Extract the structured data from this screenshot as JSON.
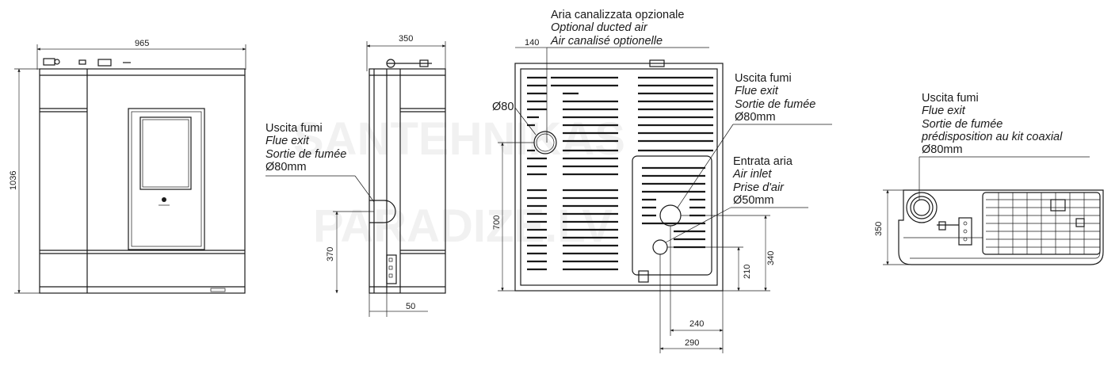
{
  "watermark": [
    "SANTEHNIKAS",
    "PARADIZE.LV"
  ],
  "front_view": {
    "width_dim": "965",
    "height_dim": "1036"
  },
  "side_view": {
    "depth_dim": "350",
    "flue_height_dim": "370",
    "bottom_offset_dim": "50",
    "flue_label": {
      "it": "Uscita fumi",
      "en": "Flue exit",
      "fr": "Sortie de fumée",
      "size": "Ø80mm"
    }
  },
  "rear_view": {
    "ducted_offset_dim": "140",
    "ducted_diameter": "Ø80",
    "ducted_height_dim": "700",
    "flue_height_dim": "340",
    "inlet_height_dim": "210",
    "inlet_offset_dim": "240",
    "flue_offset_dim": "290",
    "ducted_label": {
      "it": "Aria canalizzata opzionale",
      "en": "Optional ducted air",
      "fr": "Air canalisé optionelle"
    },
    "flue_label": {
      "it": "Uscita fumi",
      "en": "Flue exit",
      "fr": "Sortie de fumée",
      "size": "Ø80mm"
    },
    "inlet_label": {
      "it": "Entrata aria",
      "en": "Air inlet",
      "fr": "Prise d'air",
      "size": "Ø50mm"
    }
  },
  "top_view": {
    "depth_dim": "350",
    "flue_label": {
      "it": "Uscita fumi",
      "en": "Flue exit",
      "fr": "Sortie de fumée",
      "note": "prédisposition au kit coaxial",
      "size": "Ø80mm"
    }
  }
}
